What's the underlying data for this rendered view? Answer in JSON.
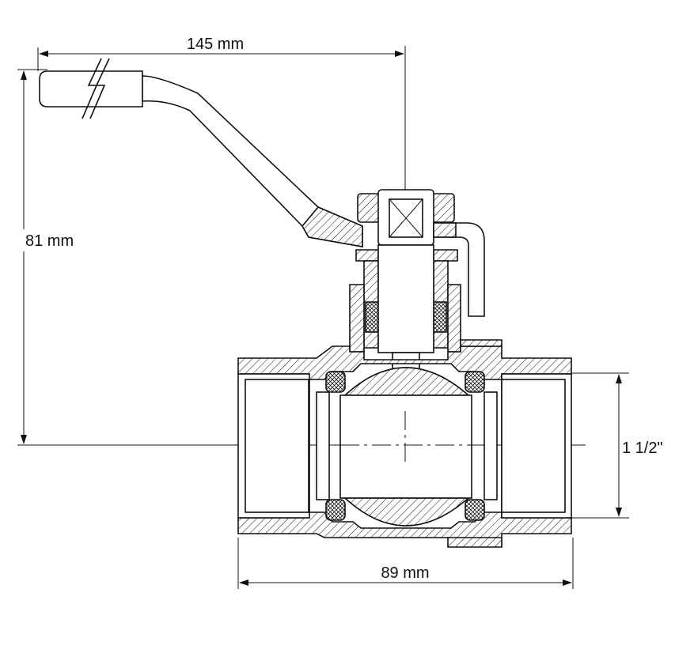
{
  "dimensions": {
    "handle_length": "145 mm",
    "height": "81 mm",
    "thread_size": "1 1/2\"",
    "body_length": "89 mm"
  },
  "colors": {
    "line": "#111111",
    "background": "#ffffff"
  }
}
